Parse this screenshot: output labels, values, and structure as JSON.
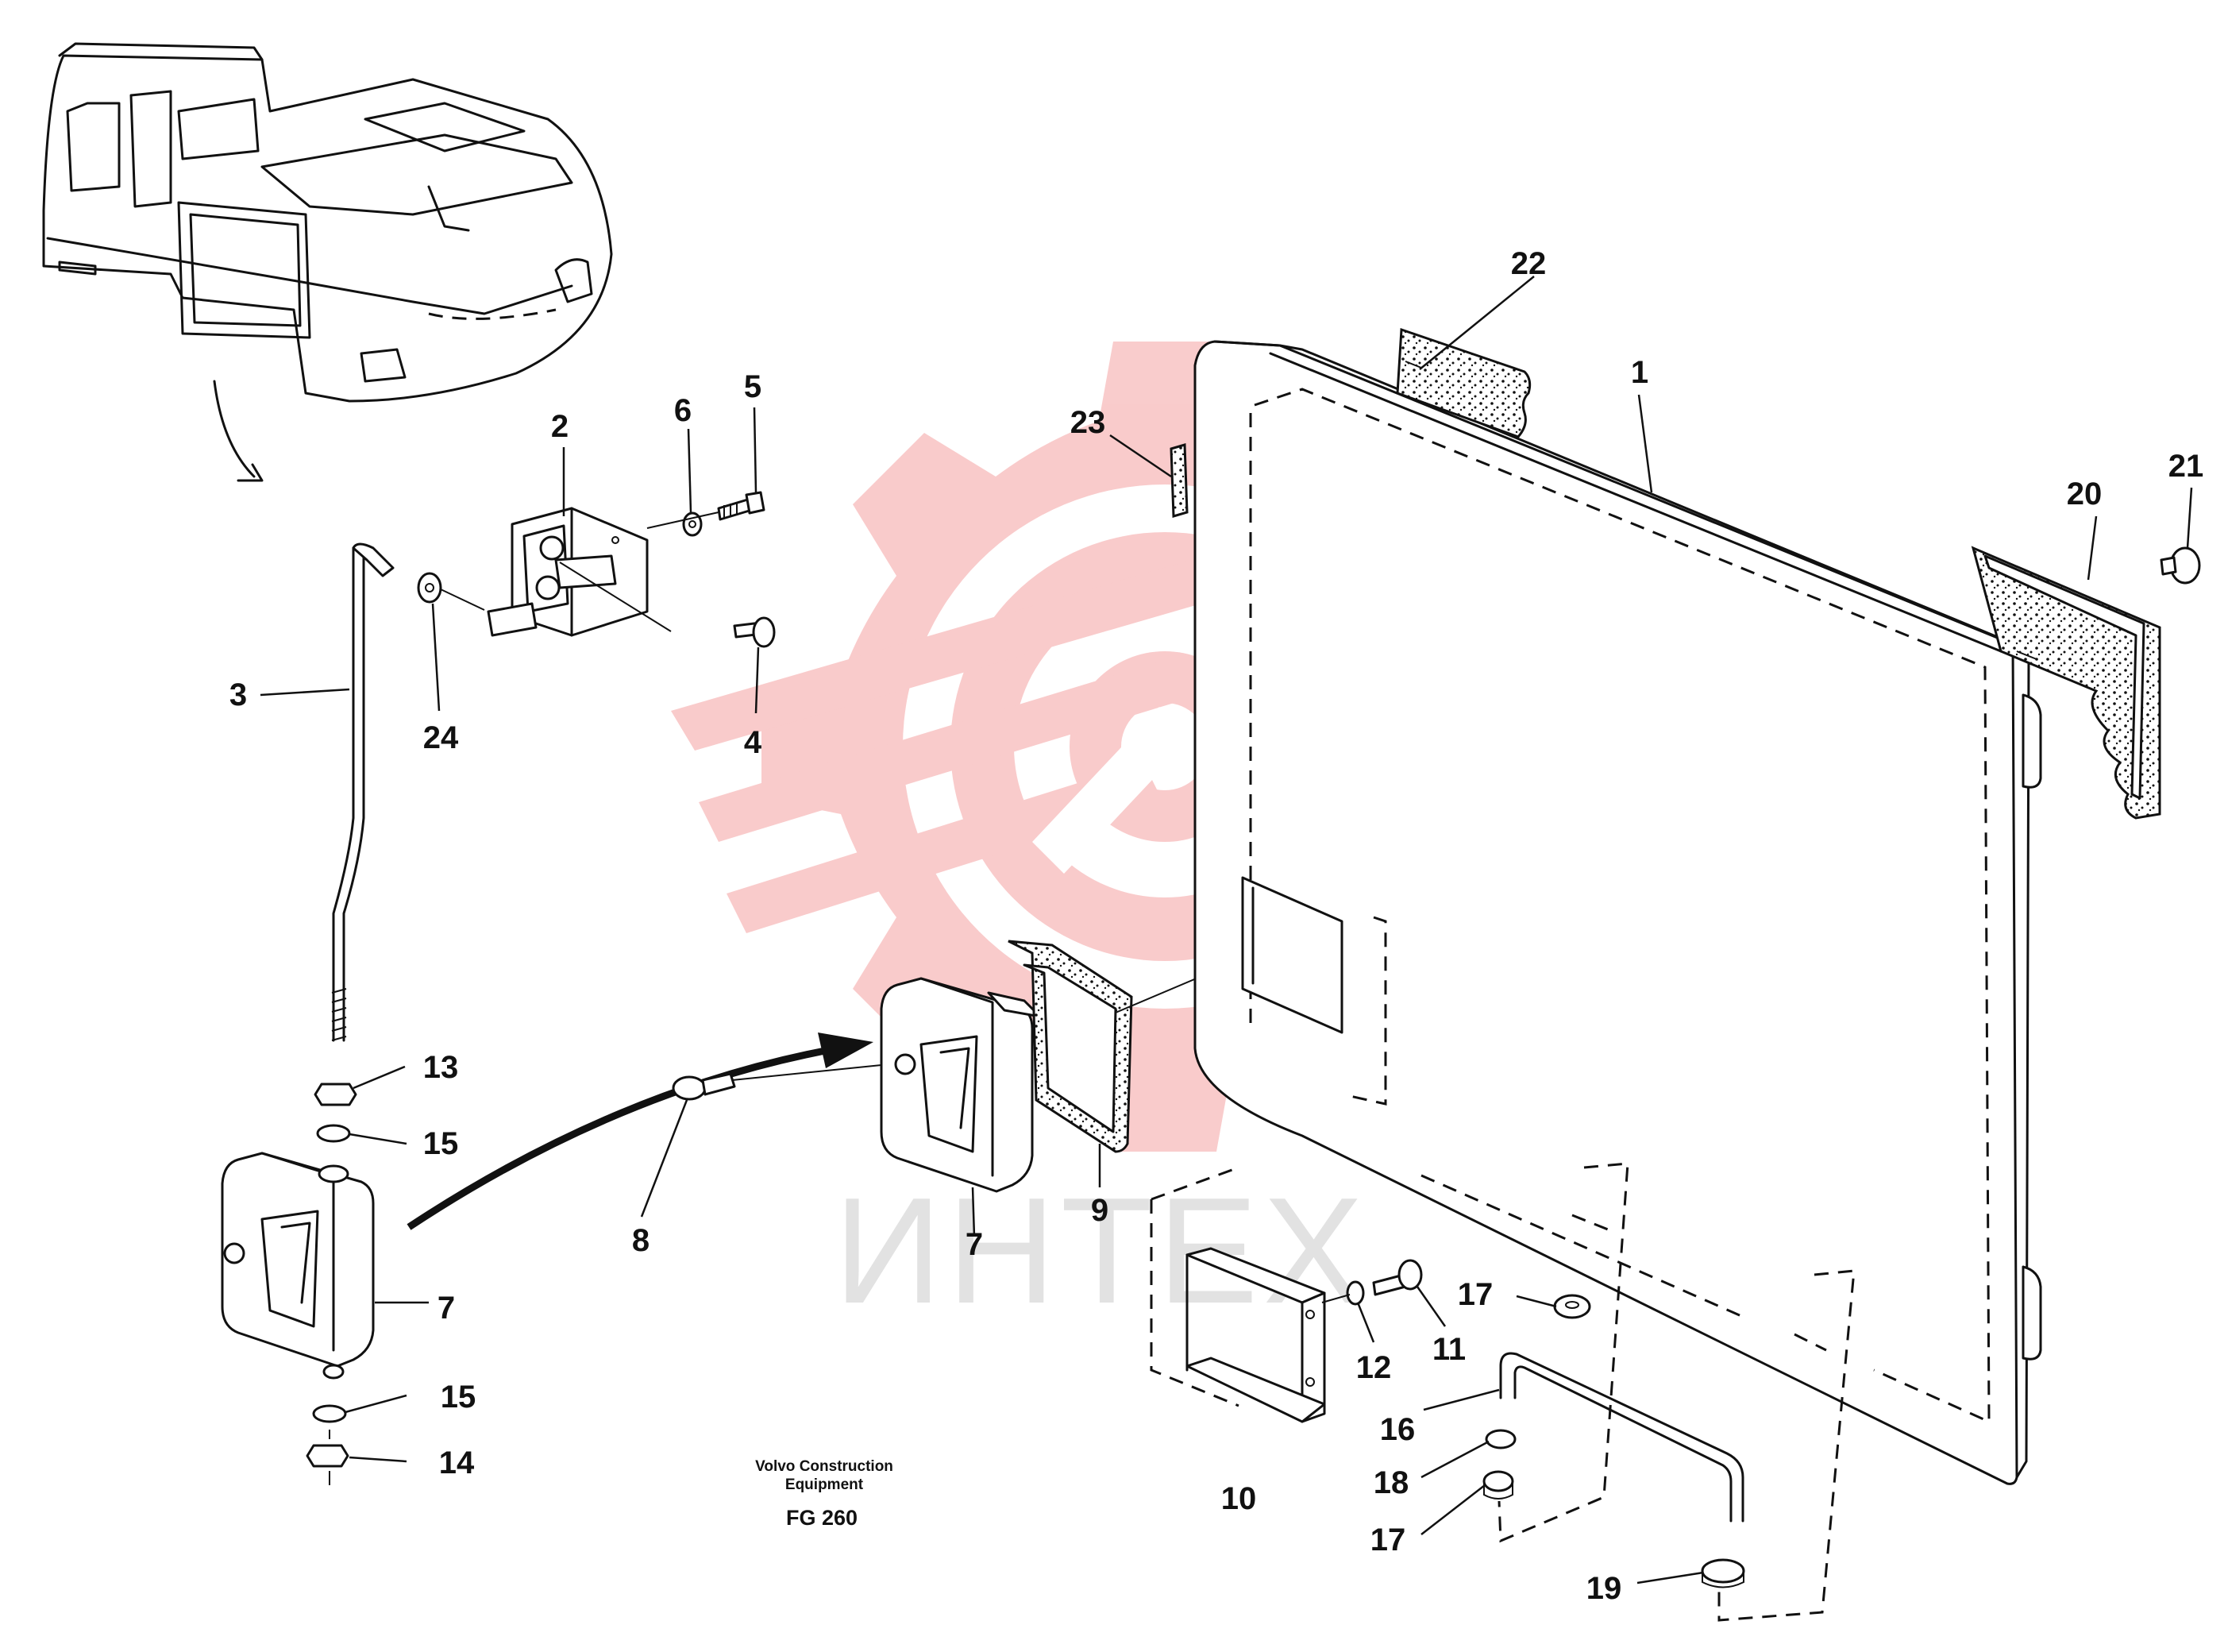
{
  "watermark": {
    "text": "ИНТЕХ",
    "color": "#f9c9c9"
  },
  "caption": {
    "line1": "Volvo Construction",
    "line2": "Equipment",
    "figure": "FG 260"
  },
  "labels": {
    "p1": "1",
    "p2": "2",
    "p3": "3",
    "p4": "4",
    "p5": "5",
    "p6": "6",
    "p7a": "7",
    "p7b": "7",
    "p8": "8",
    "p9": "9",
    "p10": "10",
    "p11": "11",
    "p12": "12",
    "p13": "13",
    "p14": "14",
    "p15a": "15",
    "p15b": "15",
    "p16": "16",
    "p17a": "17",
    "p17b": "17",
    "p18": "18",
    "p19": "19",
    "p20": "20",
    "p21": "21",
    "p22": "22",
    "p23": "23",
    "p24": "24"
  }
}
